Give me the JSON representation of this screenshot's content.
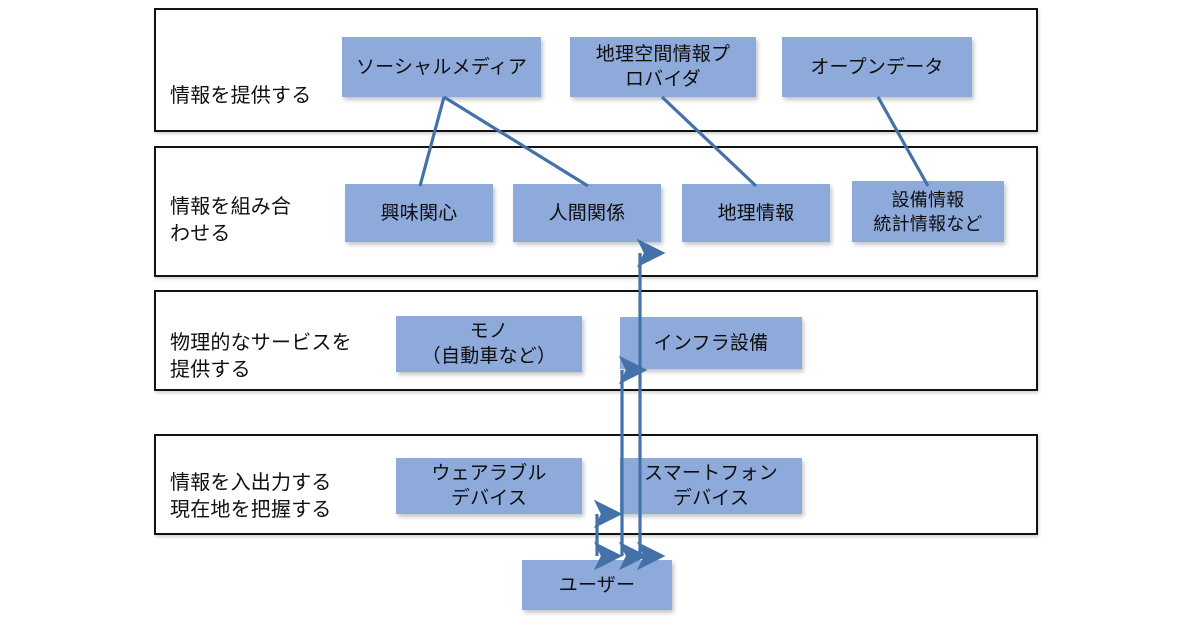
{
  "diagram": {
    "title": "情報提供・組み合わせ・物理サービス・入出力の4層構造図",
    "accent_color": "#8EAADB",
    "line_color": "#4472A8",
    "border_color": "#131313",
    "background_color": "#FFFFFF",
    "layers": [
      {
        "id": "layer-provide",
        "label": "情報を提供する",
        "nodes": [
          {
            "id": "node-social-media",
            "label": "ソーシャルメディア"
          },
          {
            "id": "node-geospatial-provider",
            "label": "地理空間情報プ\nロバイダ"
          },
          {
            "id": "node-open-data",
            "label": "オープンデータ"
          }
        ]
      },
      {
        "id": "layer-combine",
        "label": "情報を組み合\nわせる",
        "nodes": [
          {
            "id": "node-interests",
            "label": "興味関心"
          },
          {
            "id": "node-relationships",
            "label": "人間関係"
          },
          {
            "id": "node-geo-info",
            "label": "地理情報"
          },
          {
            "id": "node-facility-stats",
            "label": "設備情報\n統計情報など"
          }
        ]
      },
      {
        "id": "layer-physical",
        "label": "物理的なサービスを\n提供する",
        "nodes": [
          {
            "id": "node-things",
            "label": "モノ\n（自動車など）"
          },
          {
            "id": "node-infrastructure",
            "label": "インフラ設備"
          }
        ]
      },
      {
        "id": "layer-io",
        "label": "情報を入出力する\n現在地を把握する",
        "nodes": [
          {
            "id": "node-wearable-device",
            "label": "ウェアラブル\nデバイス"
          },
          {
            "id": "node-smartphone-device",
            "label": "スマートフォン\nデバイス"
          }
        ]
      }
    ],
    "actor": {
      "id": "node-user",
      "label": "ユーザー"
    },
    "connectors": [
      {
        "id": "connector-social-to-interests",
        "from": "node-social-media",
        "to": "node-interests",
        "style": "line"
      },
      {
        "id": "connector-social-to-relationships",
        "from": "node-social-media",
        "to": "node-relationships",
        "style": "line"
      },
      {
        "id": "connector-geospatial-to-geoinfo",
        "from": "node-geospatial-provider",
        "to": "node-geo-info",
        "style": "line"
      },
      {
        "id": "connector-opendata-to-facility",
        "from": "node-open-data",
        "to": "node-facility-stats",
        "style": "line"
      },
      {
        "id": "connector-user-to-io-layer",
        "from": "node-user",
        "to": "layer-io",
        "style": "double-arrow-vertical"
      },
      {
        "id": "connector-user-to-physical-layer",
        "from": "node-user",
        "to": "layer-physical",
        "style": "double-arrow-vertical"
      },
      {
        "id": "connector-user-to-combine-layer",
        "from": "node-user",
        "to": "layer-combine",
        "style": "double-arrow-vertical"
      }
    ]
  }
}
